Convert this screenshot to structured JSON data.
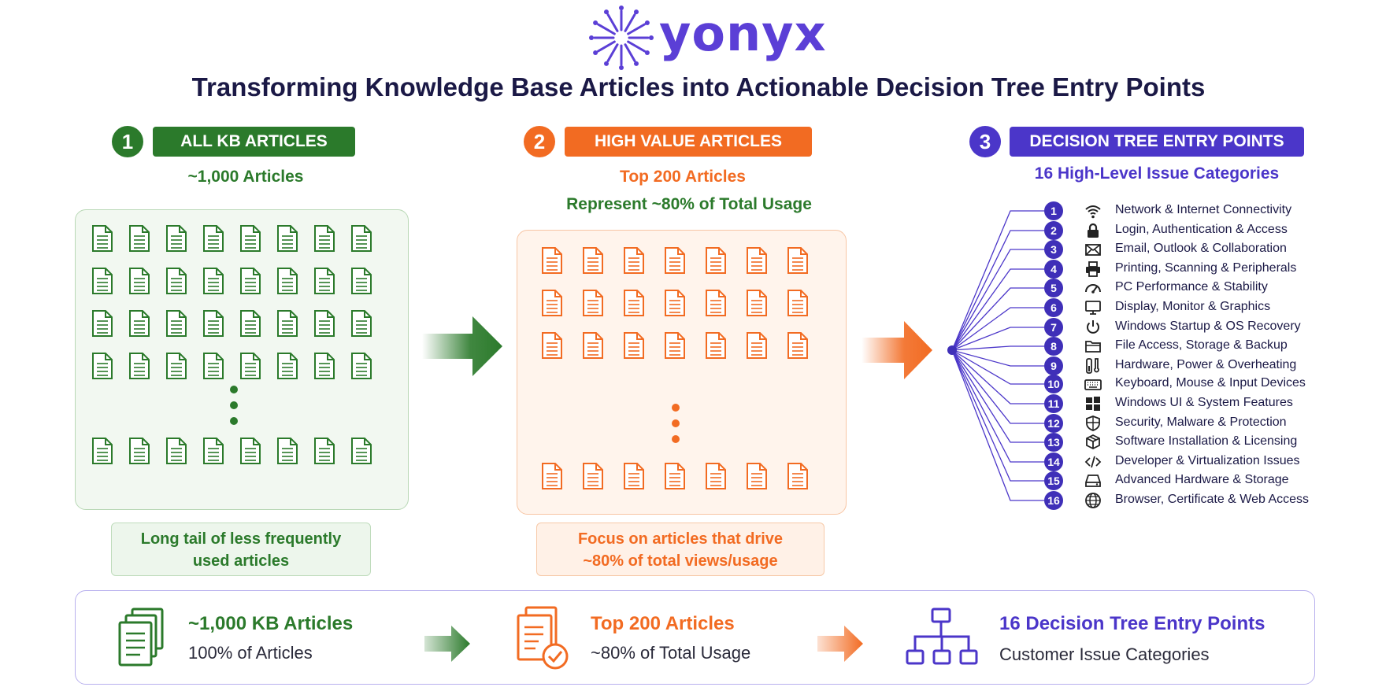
{
  "brand": {
    "name": "yonyx"
  },
  "title": "Transforming Knowledge Base Articles into Actionable Decision Tree Entry Points",
  "steps": [
    {
      "number": "1",
      "label": "ALL KB ARTICLES",
      "subtitle": "~1,000 Articles",
      "caption_line1": "Long tail of less frequently",
      "caption_line2": "used articles",
      "color": "#2b7a2b"
    },
    {
      "number": "2",
      "label": "HIGH VALUE ARTICLES",
      "subtitle": "Top 200 Articles",
      "subtitle2": "Represent ~80% of Total Usage",
      "caption_line1": "Focus on articles that drive",
      "caption_line2": "~80% of total views/usage",
      "color": "#f26b22"
    },
    {
      "number": "3",
      "label": "DECISION TREE ENTRY POINTS",
      "subtitle": "16 High-Level Issue Categories",
      "color": "#4b36c9"
    }
  ],
  "categories": [
    {
      "num": "1",
      "icon": "wifi-icon",
      "label": "Network & Internet Connectivity"
    },
    {
      "num": "2",
      "icon": "lock-icon",
      "label": "Login, Authentication & Access"
    },
    {
      "num": "3",
      "icon": "envelope-icon",
      "label": "Email, Outlook & Collaboration"
    },
    {
      "num": "4",
      "icon": "printer-icon",
      "label": "Printing, Scanning & Peripherals"
    },
    {
      "num": "5",
      "icon": "gauge-icon",
      "label": "PC Performance & Stability"
    },
    {
      "num": "6",
      "icon": "monitor-icon",
      "label": "Display, Monitor & Graphics"
    },
    {
      "num": "7",
      "icon": "power-icon",
      "label": "Windows Startup & OS Recovery"
    },
    {
      "num": "8",
      "icon": "folder-icon",
      "label": "File Access, Storage & Backup"
    },
    {
      "num": "9",
      "icon": "thermometer-icon",
      "label": "Hardware, Power & Overheating"
    },
    {
      "num": "10",
      "icon": "keyboard-icon",
      "label": "Keyboard, Mouse & Input Devices"
    },
    {
      "num": "11",
      "icon": "windows-icon",
      "label": "Windows UI & System Features"
    },
    {
      "num": "12",
      "icon": "shield-icon",
      "label": "Security, Malware & Protection"
    },
    {
      "num": "13",
      "icon": "package-icon",
      "label": "Software Installation & Licensing"
    },
    {
      "num": "14",
      "icon": "code-icon",
      "label": "Developer & Virtualization Issues"
    },
    {
      "num": "15",
      "icon": "drive-icon",
      "label": "Advanced Hardware & Storage"
    },
    {
      "num": "16",
      "icon": "globe-icon",
      "label": "Browser, Certificate & Web Access"
    }
  ],
  "summary": [
    {
      "title": "~1,000 KB Articles",
      "sub": "100% of Articles",
      "icon": "documents-stack-icon",
      "color": "#2b7a2b"
    },
    {
      "title": "Top 200 Articles",
      "sub": "~80% of Total Usage",
      "icon": "documents-check-icon",
      "color": "#f26b22"
    },
    {
      "title": "16 Decision Tree Entry Points",
      "sub": "Customer Issue Categories",
      "icon": "tree-hierarchy-icon",
      "color": "#4b36c9"
    }
  ]
}
